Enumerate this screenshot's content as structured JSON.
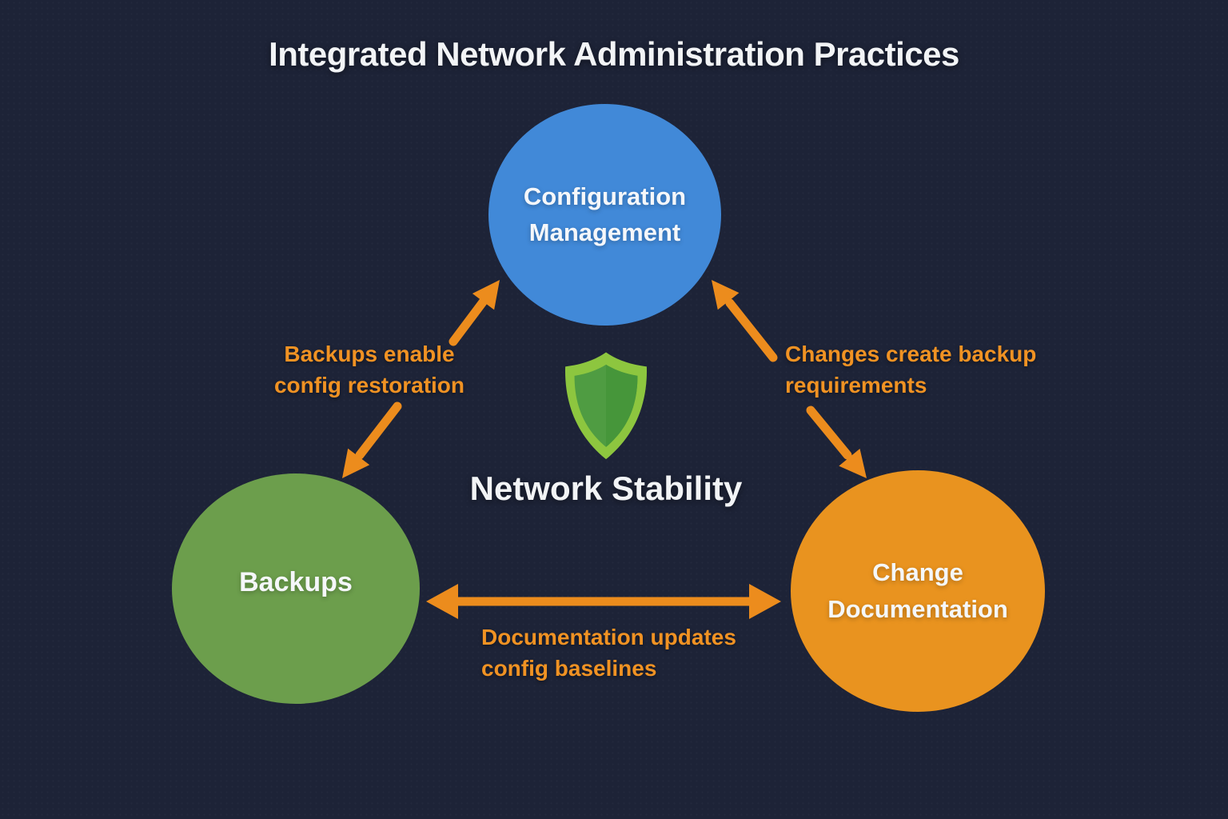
{
  "title": "Integrated Network Administration Practices",
  "center": {
    "label": "Network Stability",
    "icon": "shield-icon"
  },
  "nodes": {
    "config": {
      "label": "Configuration Management",
      "color": "#4189D8"
    },
    "backups": {
      "label": "Backups",
      "color": "#6C9E4C"
    },
    "change": {
      "label": "Change Documentation",
      "color": "#E9931F"
    }
  },
  "edges": {
    "backups_config": {
      "label": "Backups enable config restoration",
      "direction": "bidirectional"
    },
    "config_change": {
      "label": "Changes create backup requirements",
      "direction": "bidirectional"
    },
    "backups_change": {
      "label": "Documentation updates config baselines",
      "direction": "bidirectional"
    }
  },
  "colors": {
    "background": "#1D2337",
    "arrow": "#EC8C1D",
    "edge_label_text": "#F09223",
    "title_text": "#F2F4F6",
    "node_text": "#F5F7FA",
    "shield_border": "#8DC63F",
    "shield_fill_left": "#4F9C42",
    "shield_fill_right": "#46963A"
  }
}
